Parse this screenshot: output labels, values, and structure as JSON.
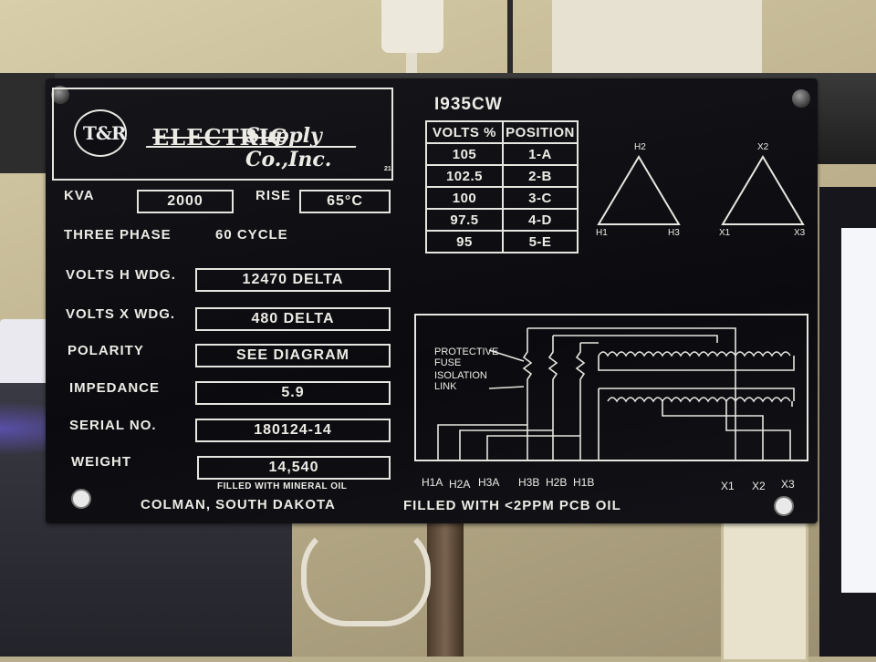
{
  "background": {
    "note_text": "",
    "colors": {
      "wall": "#c9bf9c",
      "plate": "#0e0e12",
      "engraving": "#ecebe5"
    }
  },
  "nameplate": {
    "logo": {
      "mark": "T&R",
      "company": "ELECTRIC Supply Co.,Inc.",
      "code": "21"
    },
    "kva_label": "KVA",
    "kva_value": "2000",
    "rise_label": "RISE",
    "rise_value": "65°C",
    "phase_text": "THREE PHASE",
    "cycle_text": "60 CYCLE",
    "rows": [
      {
        "label": "VOLTS H WDG.",
        "value": "12470 DELTA"
      },
      {
        "label": "VOLTS X WDG.",
        "value": "480 DELTA"
      },
      {
        "label": "POLARITY",
        "value": "SEE DIAGRAM"
      },
      {
        "label": "IMPEDANCE",
        "value": "5.9"
      },
      {
        "label": "SERIAL NO.",
        "value": "180124-14"
      },
      {
        "label": "WEIGHT",
        "value": "14,540"
      }
    ],
    "fill_note": "FILLED WITH MINERAL OIL",
    "location": "COLMAN, SOUTH DAKOTA",
    "model": "I935CW",
    "tap_table": {
      "headers": [
        "VOLTS %",
        "POSITION"
      ],
      "rows": [
        [
          "105",
          "1-A"
        ],
        [
          "102.5",
          "2-B"
        ],
        [
          "100",
          "3-C"
        ],
        [
          "97.5",
          "4-D"
        ],
        [
          "95",
          "5-E"
        ]
      ]
    },
    "delta_h": {
      "top": "H2",
      "left": "H1",
      "right": "H3"
    },
    "delta_x": {
      "top": "X2",
      "left": "X1",
      "right": "X3"
    },
    "diagram": {
      "fuse_label_1": "PROTECTIVE",
      "fuse_label_2": "FUSE",
      "link_label_1": "ISOLATION",
      "link_label_2": "LINK",
      "terminals_h": [
        "H1A",
        "H2A",
        "H3A",
        "H3B",
        "H2B",
        "H1B"
      ],
      "terminals_x": [
        "X1",
        "X2",
        "X3"
      ]
    },
    "pcb_note": "FILLED WITH <2PPM PCB OIL"
  }
}
